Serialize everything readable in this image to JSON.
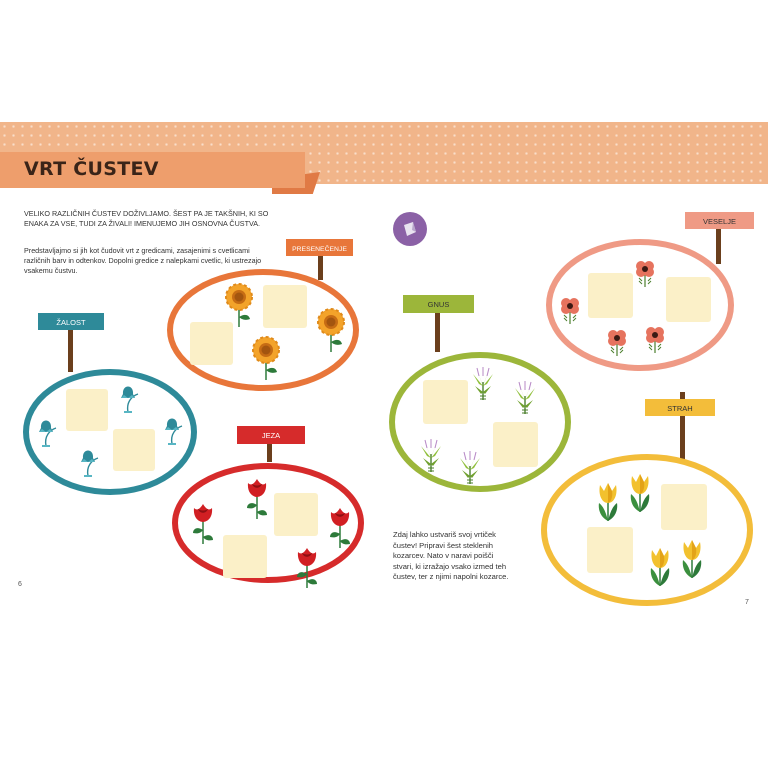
{
  "title": "VRT ČUSTEV",
  "intro_paragraph_1": "VELIKO RAZLIČNIH ČUSTEV DOŽIVLJAMO. ŠEST PA JE TAKŠNIH, KI SO ENAKA ZA VSE, TUDI ZA ŽIVALI! IMENUJEMO JIH OSNOVNA ČUSTVA.",
  "intro_paragraph_2": "Predstavljajmo si jih kot čudovit vrt z gredicami, zasajenimi s cvetlicami različnih barv in odtenkov. Dopolni gredice z nalepkami cvetlic, ki ustrezajo vsakemu čustvu.",
  "outro_paragraph": "Zdaj lahko ustvariš svoj vrtiček čustev! Pripravi šest steklenih kozarcev. Nato v naravi poišči stvari, ki izražajo vsako izmed teh čustev, ter z njimi napolni kozarce.",
  "page_numbers": {
    "left": "6",
    "right": "7"
  },
  "gardens": {
    "zalost": {
      "label": "ŽALOST",
      "color": "#2e8a99",
      "flower": "bluebell"
    },
    "presenecenje": {
      "label": "PRESENEČENJE",
      "color": "#e8763a",
      "flower": "sunflower"
    },
    "jeza": {
      "label": "JEZA",
      "color": "#d62b2b",
      "flower": "rose"
    },
    "gnus": {
      "label": "GNUS",
      "color": "#9cb63a",
      "flower": "thistle"
    },
    "veselje": {
      "label": "VESELJE",
      "color": "#ef9a85",
      "flower": "poppy"
    },
    "strah": {
      "label": "STRAH",
      "color": "#f3bd3a",
      "flower": "tulip"
    }
  },
  "icons": {
    "badge": "sticker-icon"
  }
}
